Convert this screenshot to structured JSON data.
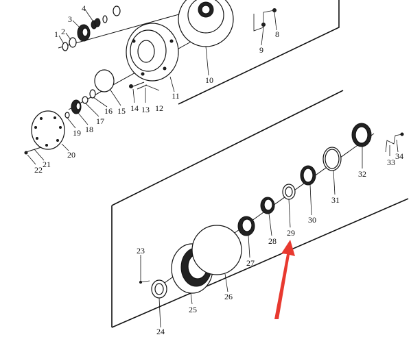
{
  "diagram": {
    "callouts": {
      "p1": "1",
      "p2": "2",
      "p3": "3",
      "p4": "4",
      "p8": "8",
      "p9": "9",
      "p10": "10",
      "p11": "11",
      "p12": "12",
      "p13": "13",
      "p14": "14",
      "p15": "15",
      "p16": "16",
      "p17": "17",
      "p18": "18",
      "p19": "19",
      "p20": "20",
      "p21": "21",
      "p22": "22",
      "p23": "23",
      "p24": "24",
      "p25": "25",
      "p26": "26",
      "p27": "27",
      "p28": "28",
      "p29": "29",
      "p30": "30",
      "p31": "31",
      "p32": "32",
      "p33": "33",
      "p34": "34"
    },
    "colors": {
      "line": "#111111",
      "arrow": "#e8392f",
      "background": "#ffffff"
    }
  }
}
